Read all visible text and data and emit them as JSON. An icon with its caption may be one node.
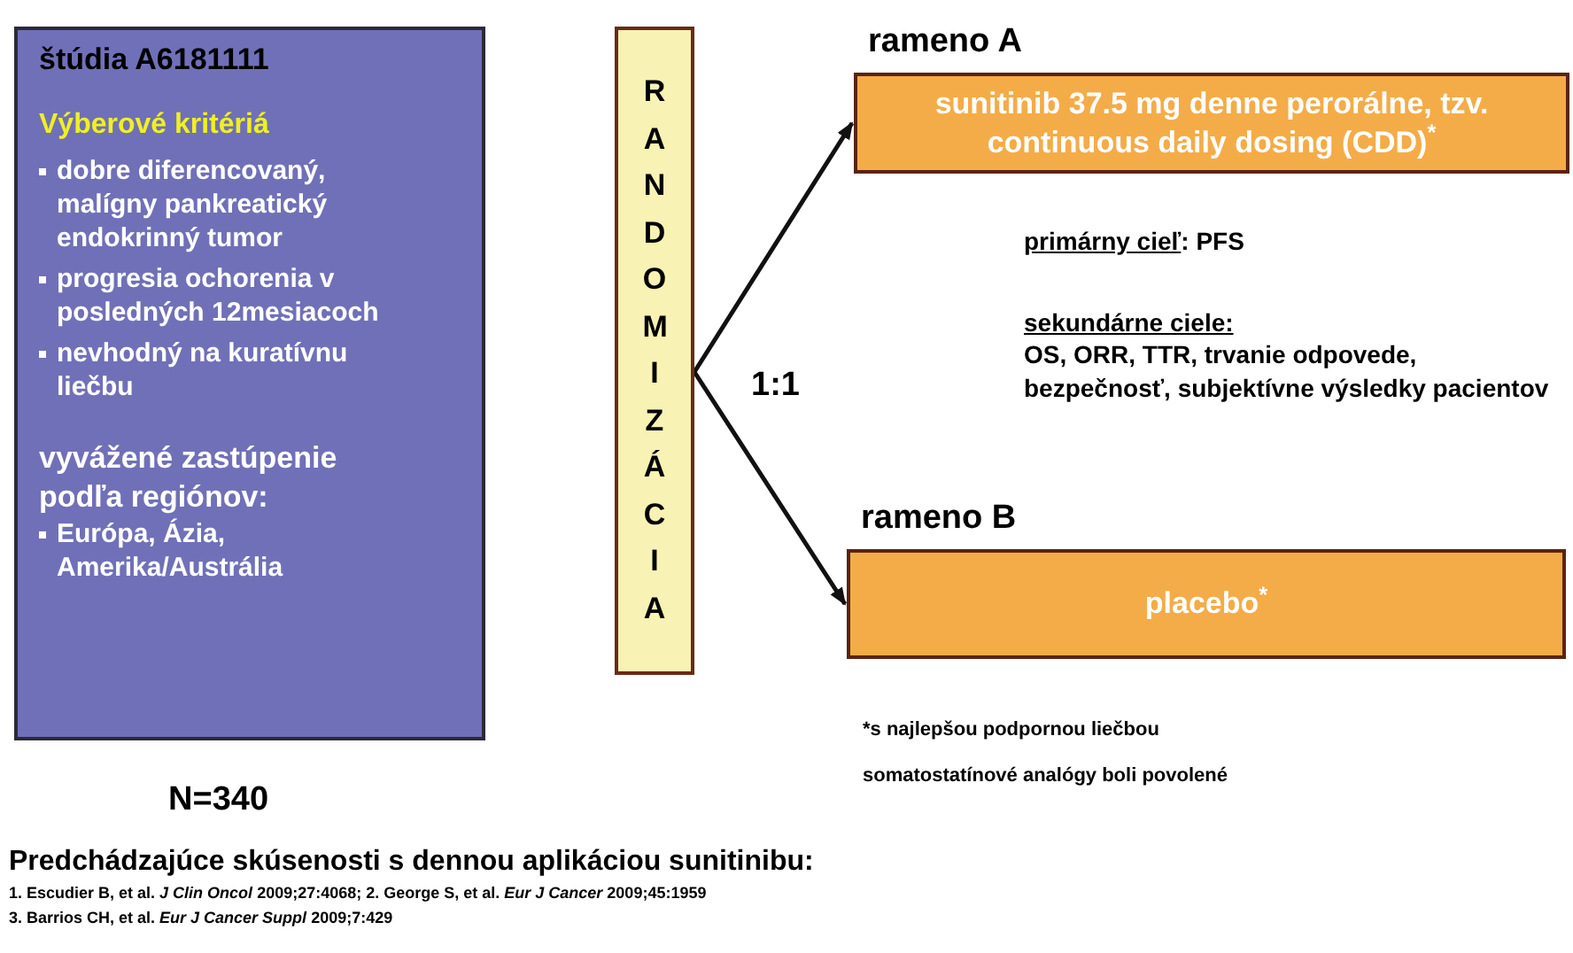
{
  "diagram": {
    "nodes": [
      {
        "text": [
          "štúdia A6181111",
          "Výberové kritériá",
          "dobre diferencovaný, malígny pankreatický endokrinný tumor",
          "progresia ochorenia v posledných 12mesiacoch",
          "nevhodný na kuratívnu liečbu",
          "vyvážené zastúpenie podľa regiónov:",
          "Európa, Ázia, Amerika/Austrália"
        ],
        "beside": [
          "N=340"
        ]
      },
      {
        "text": [
          "RANDOMIZÁCIA"
        ]
      },
      {
        "text": [
          "rameno A",
          "sunitinib 37.5 mg denne perorálne, tzv. continuous daily dosing (CDD)$^{*}$"
        ]
      },
      {
        "text": [
          "rameno B",
          "placebo$^{*}$"
        ]
      }
    ],
    "edges": [
      {
        "from": 1,
        "to": 2,
        "arrow": "to"
      },
      {
        "from": 1,
        "to": 3,
        "arrow": "to"
      }
    ],
    "labels": [
      "1:1",
      "primárny cieľ: PFS",
      "sekundárne ciele:",
      "OS, ORR, TTR, trvanie odpovede, bezpečnosť, subjektívne výsledky pacientov",
      "*s najlepšou podpornou liečbou",
      "somatostatínové analógy boli povolené",
      "Predchádzajúce skúsenosti s dennou aplikáciou sunitinibu:",
      "1. Escudier B, et al. *J Clin Oncol* 2009;27:4068; 2. George S, et al. *Eur J Cancer* 2009;45:1959",
      "3. Barrios CH, et al. *Eur J Cancer Suppl* 2009;7:429"
    ]
  }
}
